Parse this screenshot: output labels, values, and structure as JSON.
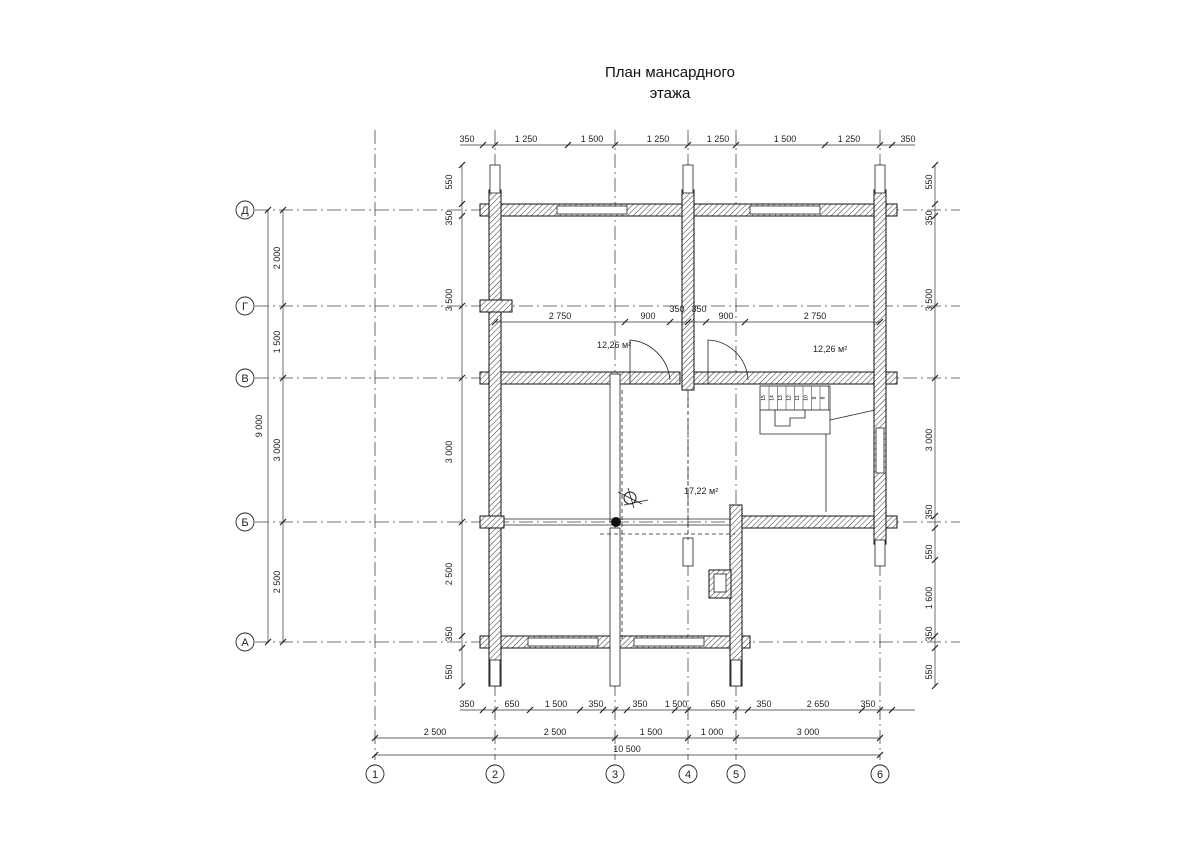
{
  "title": [
    "План мансардного",
    "этажа"
  ],
  "axes": {
    "columns": [
      "1",
      "2",
      "3",
      "4",
      "5",
      "6"
    ],
    "rows": [
      "Д",
      "Г",
      "В",
      "Б",
      "А"
    ]
  },
  "dims": {
    "top": [
      "350",
      "1 250",
      "1 500",
      "1 250",
      "1 250",
      "1 500",
      "1 250",
      "350"
    ],
    "bottom_inner": [
      "350",
      "650",
      "1 500",
      "350",
      "350",
      "1 500",
      "650",
      "350",
      "2 650",
      "350"
    ],
    "bottom_axes": [
      "2 500",
      "2 500",
      "1 500",
      "1 000",
      "3 000"
    ],
    "bottom_total": "10 500",
    "left_outer": [
      "550",
      "350",
      "3 500",
      "3 000",
      "2 500",
      "350",
      "550"
    ],
    "left_axes": [
      "2 000",
      "1 500",
      "3 000",
      "2 500"
    ],
    "left_total": "9 000",
    "right": [
      "550",
      "350",
      "3 500",
      "3 000",
      "350",
      "550",
      "1 600",
      "350",
      "550"
    ],
    "interior": [
      "2 750",
      "900",
      "350",
      "350",
      "900",
      "2 750"
    ]
  },
  "rooms": [
    {
      "area": "12,26 м²"
    },
    {
      "area": "12,26 м²"
    },
    {
      "area": "17,22 м²"
    }
  ],
  "stairs": [
    "15",
    "14",
    "13",
    "12",
    "11",
    "10",
    "9",
    "8"
  ]
}
